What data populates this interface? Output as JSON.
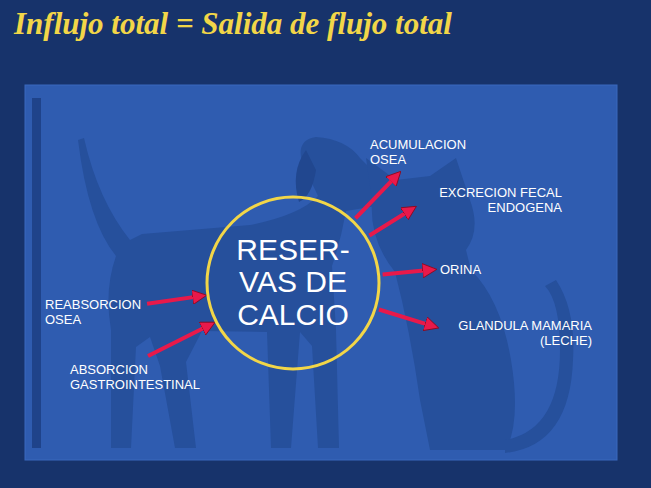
{
  "diagram": {
    "title": "Influjo total = Salida de flujo total",
    "nodes": [
      {
        "text": [
          "RESER- VAS DE CALCIO"
        ]
      },
      {
        "text": [
          "ACUMULACION OSEA"
        ]
      },
      {
        "text": [
          "EXCRECION FECAL ENDOGENA"
        ]
      },
      {
        "text": [
          "ORINA"
        ]
      },
      {
        "text": [
          "GLANDULA MAMARIA (LECHE)"
        ]
      },
      {
        "text": [
          "REABSORCION OSEA"
        ]
      },
      {
        "text": [
          "ABSORCION GASTROINTESTINAL"
        ]
      }
    ],
    "edges": [
      {
        "from": 0,
        "to": 1,
        "arrow": "to"
      },
      {
        "from": 0,
        "to": 2,
        "arrow": "to"
      },
      {
        "from": 0,
        "to": 3,
        "arrow": "to"
      },
      {
        "from": 0,
        "to": 4,
        "arrow": "to"
      },
      {
        "from": 5,
        "to": 0,
        "arrow": "to"
      },
      {
        "from": 6,
        "to": 0,
        "arrow": "to"
      }
    ]
  }
}
